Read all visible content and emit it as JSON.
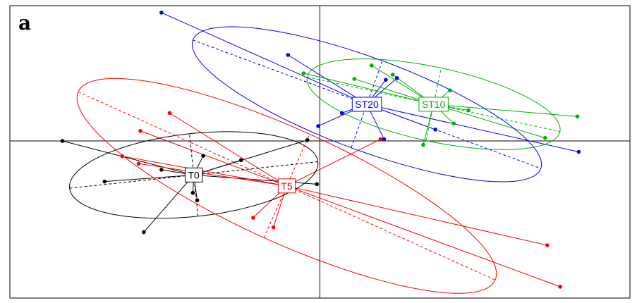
{
  "chart_data": {
    "type": "scatter",
    "title": "",
    "xlabel": "",
    "ylabel": "",
    "panel_label": "a",
    "xlim": [
      -7.2,
      7.2
    ],
    "ylim": [
      -3.6,
      3.1
    ],
    "reference_lines": {
      "x": 0,
      "y": 0
    },
    "grid": false,
    "legend": "none",
    "groups": [
      {
        "name": "T0",
        "color": "#000000",
        "centroid": [
          -2.93,
          -0.78
        ],
        "points": [
          [
            -5.98,
            0.0
          ],
          [
            -3.68,
            -0.66
          ],
          [
            -2.71,
            -0.34
          ],
          [
            -1.83,
            -0.44
          ],
          [
            -0.29,
            0.02
          ],
          [
            -5.0,
            -0.93
          ],
          [
            -2.85,
            -1.36
          ],
          [
            -4.09,
            -2.09
          ],
          [
            -2.95,
            -1.19
          ],
          [
            -0.07,
            -0.99
          ]
        ],
        "ellipse": {
          "rx": 2.9,
          "ry": 0.95,
          "angle_deg": 6
        }
      },
      {
        "name": "T5",
        "color": "#ff0000",
        "centroid": [
          -0.77,
          -1.03
        ],
        "points": [
          [
            -3.49,
            0.64
          ],
          [
            -4.17,
            0.23
          ],
          [
            -4.59,
            -0.35
          ],
          [
            -4.21,
            -0.52
          ],
          [
            1.41,
            0.04
          ],
          [
            -1.55,
            -1.76
          ],
          [
            -1.08,
            -1.98
          ],
          [
            5.28,
            -2.39
          ],
          [
            5.58,
            -3.34
          ]
        ],
        "ellipse": {
          "rx": 5.3,
          "ry": 1.3,
          "angle_deg": -24
        }
      },
      {
        "name": "ST20",
        "color": "#0000ff",
        "centroid": [
          1.09,
          0.84
        ],
        "points": [
          [
            -3.68,
            2.94
          ],
          [
            -0.74,
            1.97
          ],
          [
            1.53,
            1.4
          ],
          [
            1.79,
            1.44
          ],
          [
            0.51,
            0.64
          ],
          [
            -0.04,
            0.34
          ],
          [
            1.49,
            0.04
          ],
          [
            2.68,
            0.26
          ],
          [
            6.01,
            -0.25
          ]
        ],
        "ellipse": {
          "rx": 4.3,
          "ry": 1.06,
          "angle_deg": -20
        }
      },
      {
        "name": "ST10",
        "color": "#00b000",
        "centroid": [
          2.64,
          0.84
        ],
        "points": [
          [
            -0.38,
            1.55
          ],
          [
            1.2,
            1.73
          ],
          [
            0.8,
            1.42
          ],
          [
            1.69,
            1.52
          ],
          [
            3.02,
            1.16
          ],
          [
            3.45,
            0.7
          ],
          [
            3.11,
            0.4
          ],
          [
            2.4,
            -0.09
          ],
          [
            5.23,
            0.07
          ],
          [
            5.98,
            0.56
          ]
        ],
        "ellipse": {
          "rx": 3.0,
          "ry": 0.85,
          "angle_deg": -12
        }
      }
    ]
  }
}
